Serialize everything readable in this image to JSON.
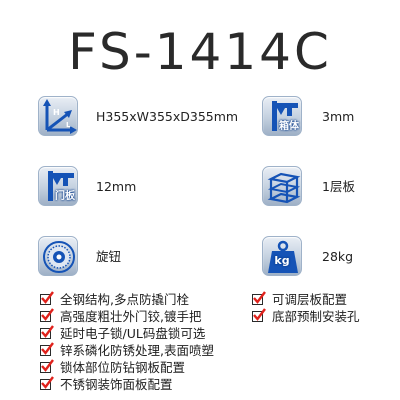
{
  "model": "FS-1414C",
  "specs": {
    "dimensions": {
      "icon": "dimension-axes-icon",
      "value": "H355xW355xD355mm"
    },
    "body_thickness": {
      "icon": "caliper-body-icon",
      "badge": "箱体",
      "value": "3mm"
    },
    "door_thickness": {
      "icon": "caliper-door-icon",
      "badge": "门板",
      "value": "12mm"
    },
    "shelves": {
      "icon": "shelf-icon",
      "value": "1层板"
    },
    "lock": {
      "icon": "dial-knob-icon",
      "value": "旋钮"
    },
    "weight": {
      "icon": "weight-icon",
      "badge": "kg",
      "value": "28kg"
    }
  },
  "features_left": [
    "全钢结构,多点防撬门栓",
    "高强度粗壮外门铰,镀手把",
    "延时电子锁/UL码盘锁可选",
    "锌系磷化防锈处理,表面喷塑",
    "锁体部位防钻钢板配置",
    "不锈钢装饰面板配置"
  ],
  "features_right": [
    "可调层板配置",
    "底部预制安装孔"
  ],
  "colors": {
    "check_mark": "#e0221c",
    "icon_blue": "#1553b6",
    "text": "#222222"
  }
}
